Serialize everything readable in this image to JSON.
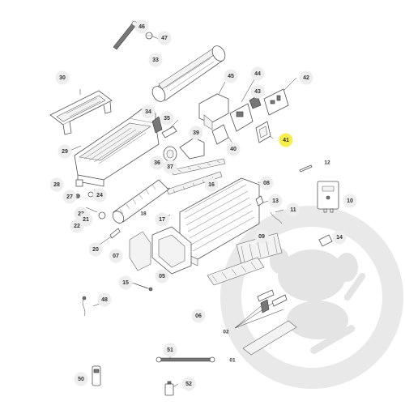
{
  "diagram": {
    "watermark_colors": {
      "ring": "#e9e9e9",
      "mascot": "#e4e4e4"
    },
    "highlight_color": "#f6ee4a",
    "callouts": [
      {
        "id": "46",
        "label": "46",
        "highlighted": false
      },
      {
        "id": "47",
        "label": "47",
        "highlighted": false
      },
      {
        "id": "33",
        "label": "33",
        "highlighted": false
      },
      {
        "id": "30",
        "label": "30",
        "highlighted": false
      },
      {
        "id": "45",
        "label": "45",
        "highlighted": false
      },
      {
        "id": "44",
        "label": "44",
        "highlighted": false
      },
      {
        "id": "43",
        "label": "43",
        "highlighted": false
      },
      {
        "id": "42",
        "label": "42",
        "highlighted": false
      },
      {
        "id": "34",
        "label": "34",
        "highlighted": false
      },
      {
        "id": "35",
        "label": "35",
        "highlighted": false
      },
      {
        "id": "39",
        "label": "39",
        "highlighted": false
      },
      {
        "id": "40",
        "label": "40",
        "highlighted": false
      },
      {
        "id": "41",
        "label": "41",
        "highlighted": true
      },
      {
        "id": "29",
        "label": "29",
        "highlighted": false
      },
      {
        "id": "36",
        "label": "36",
        "highlighted": false
      },
      {
        "id": "37",
        "label": "37",
        "highlighted": false
      },
      {
        "id": "16",
        "label": "16",
        "highlighted": false
      },
      {
        "id": "08",
        "label": "08",
        "highlighted": false
      },
      {
        "id": "28",
        "label": "28",
        "highlighted": false
      },
      {
        "id": "27",
        "label": "27",
        "highlighted": false
      },
      {
        "id": "24",
        "label": "24",
        "highlighted": false
      },
      {
        "id": "13",
        "label": "13",
        "highlighted": false
      },
      {
        "id": "10",
        "label": "10",
        "highlighted": false
      },
      {
        "id": "23",
        "label": "23",
        "highlighted": false
      },
      {
        "id": "17",
        "label": "17",
        "highlighted": false
      },
      {
        "id": "11",
        "label": "11",
        "highlighted": false
      },
      {
        "id": "21",
        "label": "21",
        "highlighted": false
      },
      {
        "id": "22",
        "label": "22",
        "highlighted": false
      },
      {
        "id": "09",
        "label": "09",
        "highlighted": false
      },
      {
        "id": "14",
        "label": "14",
        "highlighted": false
      },
      {
        "id": "20",
        "label": "20",
        "highlighted": false
      },
      {
        "id": "07",
        "label": "07",
        "highlighted": false
      },
      {
        "id": "05",
        "label": "05",
        "highlighted": false
      },
      {
        "id": "15",
        "label": "15",
        "highlighted": false
      },
      {
        "id": "48",
        "label": "48",
        "highlighted": false
      },
      {
        "id": "06",
        "label": "06",
        "highlighted": false
      },
      {
        "id": "51",
        "label": "51",
        "highlighted": false
      },
      {
        "id": "50",
        "label": "50",
        "highlighted": false
      },
      {
        "id": "52",
        "label": "52",
        "highlighted": false
      }
    ],
    "plain_labels": [
      {
        "id": "18",
        "label": "18"
      },
      {
        "id": "12",
        "label": "12"
      },
      {
        "id": "02",
        "label": "02"
      },
      {
        "id": "01",
        "label": "01"
      }
    ]
  }
}
